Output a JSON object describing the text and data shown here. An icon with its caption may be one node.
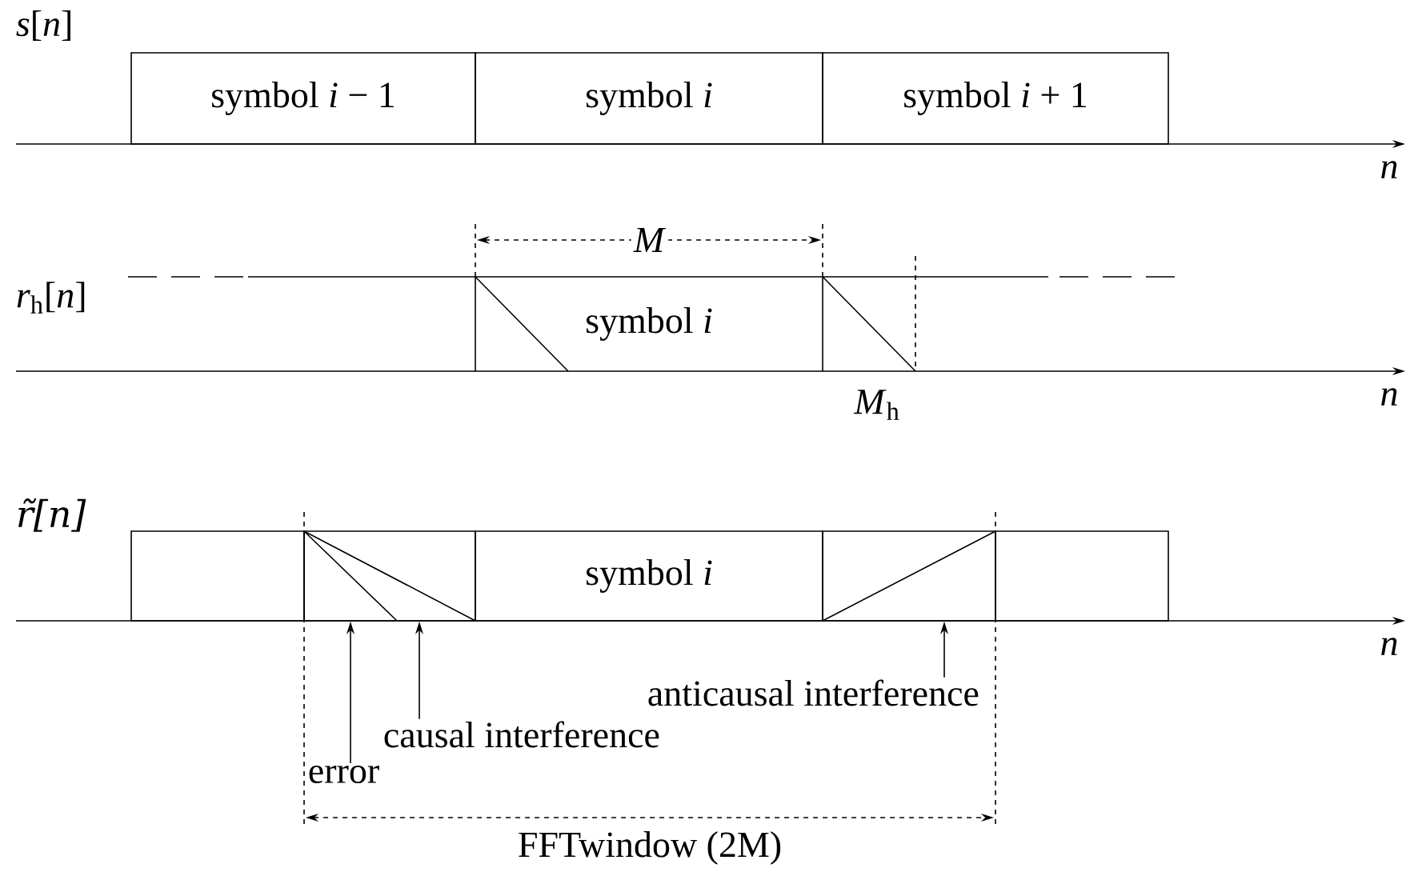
{
  "diagram": {
    "nodes": [
      {
        "text": [
          "symbol *i* − 1"
        ]
      },
      {
        "text": [
          "symbol *i*"
        ]
      },
      {
        "text": [
          "symbol *i* + 1"
        ]
      },
      {
        "text": [
          "symbol *i*"
        ]
      },
      {
        "text": [],
        "shape": "box"
      },
      {
        "text": [],
        "shape": "box"
      },
      {
        "text": [
          "symbol *i*"
        ]
      },
      {
        "text": [],
        "shape": "box"
      },
      {
        "text": [],
        "shape": "box"
      },
      {
        "text": [
          "error"
        ]
      },
      {
        "text": [
          "causal interference"
        ]
      },
      {
        "text": [
          "anticausal interference"
        ]
      }
    ],
    "edges": [
      {
        "from": 9,
        "to": 5,
        "arrow": "to"
      },
      {
        "from": 10,
        "to": 5,
        "arrow": "to"
      },
      {
        "from": 11,
        "to": 7,
        "arrow": "to"
      }
    ],
    "labels": [
      "*s*[*n*]",
      "*n*",
      "*r*$_{h}$[*n*]",
      "*M*",
      "*n*",
      "*M*$_{h}$",
      "r̃[n]",
      "*n*",
      "FFTwindow (2M)"
    ]
  }
}
